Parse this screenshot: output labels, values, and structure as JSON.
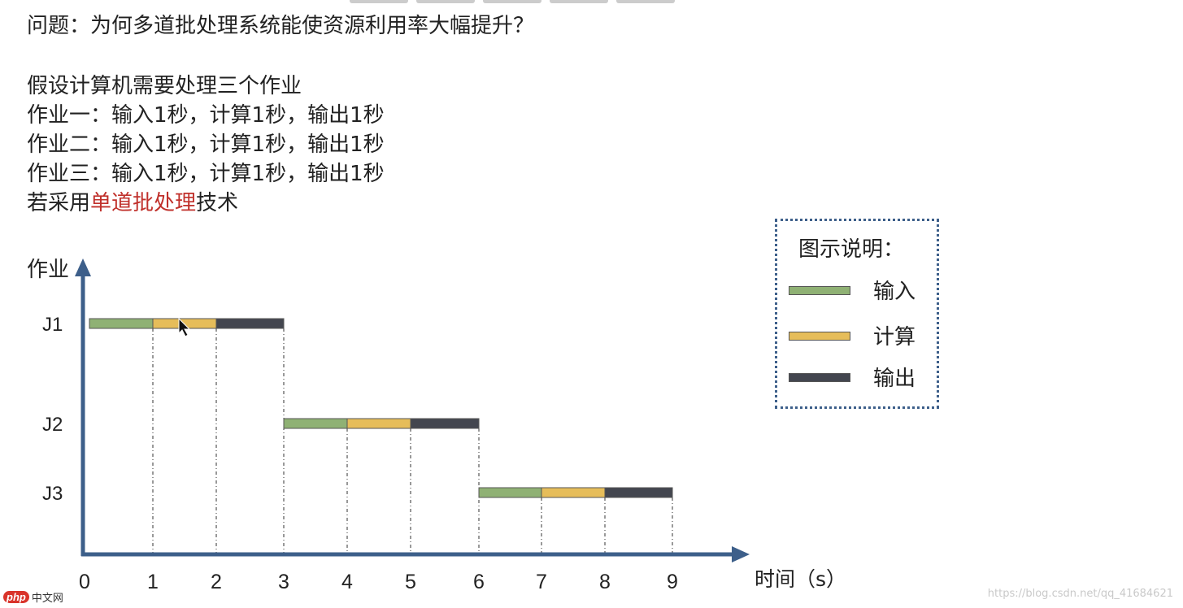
{
  "question": "问题：为何多道批处理系统能使资源利用率大幅提升？",
  "lines": {
    "l1": "假设计算机需要处理三个作业",
    "l2": "作业一：输入1秒，计算1秒，输出1秒",
    "l3": "作业二：输入1秒，计算1秒，输出1秒",
    "l4": "作业三：输入1秒，计算1秒，输出1秒",
    "l5_pre": "若采用",
    "l5_red": "单道批处理",
    "l5_post": "技术"
  },
  "legend": {
    "title": "图示说明：",
    "items": [
      {
        "label": "输入",
        "color": "#8fb174"
      },
      {
        "label": "计算",
        "color": "#e6bd5a"
      },
      {
        "label": "输出",
        "color": "#43464f"
      }
    ]
  },
  "chart_data": {
    "type": "gantt",
    "ylabel": "作业",
    "xlabel": "时间（s）",
    "x_ticks": [
      0,
      1,
      2,
      3,
      4,
      5,
      6,
      7,
      8,
      9
    ],
    "jobs": [
      {
        "name": "J1",
        "segments": [
          {
            "phase": "输入",
            "start": 0,
            "end": 1
          },
          {
            "phase": "计算",
            "start": 1,
            "end": 2
          },
          {
            "phase": "输出",
            "start": 2,
            "end": 3
          }
        ]
      },
      {
        "name": "J2",
        "segments": [
          {
            "phase": "输入",
            "start": 3,
            "end": 4
          },
          {
            "phase": "计算",
            "start": 4,
            "end": 5
          },
          {
            "phase": "输出",
            "start": 5,
            "end": 6
          }
        ]
      },
      {
        "name": "J3",
        "segments": [
          {
            "phase": "输入",
            "start": 6,
            "end": 7
          },
          {
            "phase": "计算",
            "start": 7,
            "end": 8
          },
          {
            "phase": "输出",
            "start": 8,
            "end": 9
          }
        ]
      }
    ],
    "colors": {
      "输入": "#8fb174",
      "计算": "#e6bd5a",
      "输出": "#43464f",
      "axis": "#3d5f8a"
    }
  },
  "watermark": "https://blog.csdn.net/qq_41684621",
  "logo": {
    "php": "php",
    "cn": "中文网"
  }
}
